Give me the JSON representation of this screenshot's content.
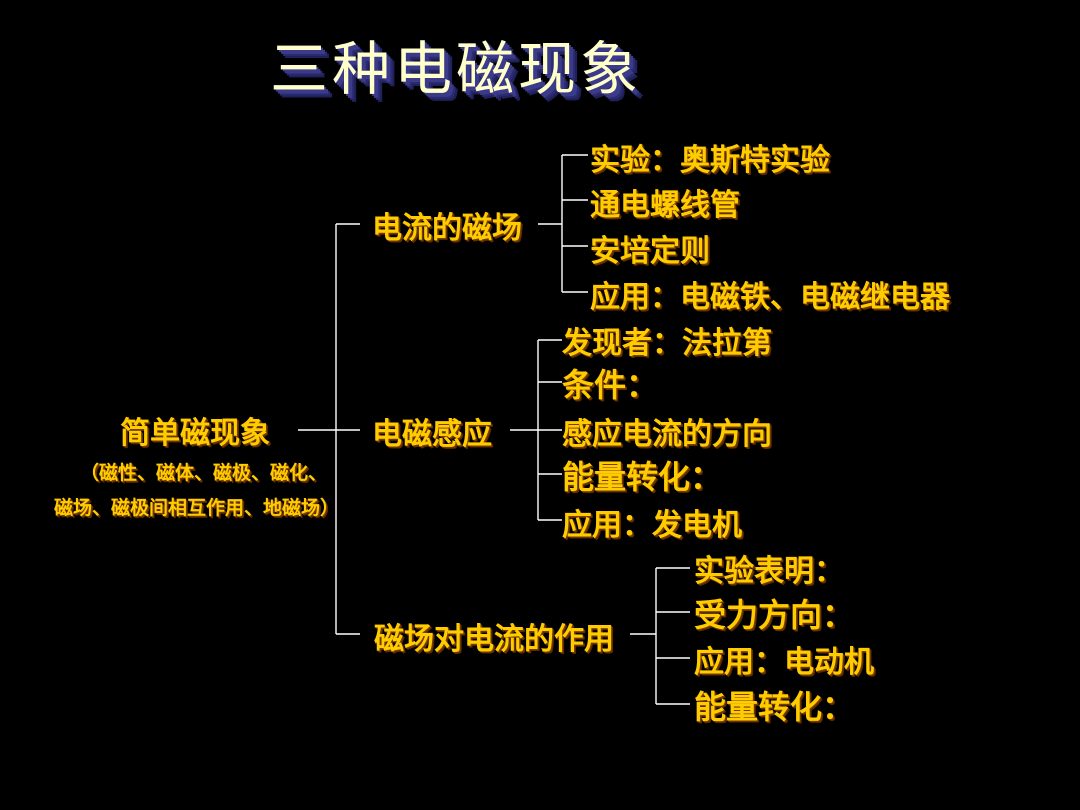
{
  "title": "三种电磁现象",
  "root": {
    "label": "简单磁现象",
    "note_line1": "（磁性、磁体、磁极、磁化、",
    "note_line2": "磁场、磁极间相互作用、地磁场）"
  },
  "branches": [
    {
      "label": "电流的磁场",
      "items": [
        "实验：奥斯特实验",
        "通电螺线管",
        "安培定则",
        "应用：电磁铁、电磁继电器"
      ]
    },
    {
      "label": "电磁感应",
      "items": [
        "发现者：法拉第",
        "条件：",
        "感应电流的方向",
        "能量转化：",
        "应用：发电机"
      ]
    },
    {
      "label": "磁场对电流的作用",
      "items": [
        "实验表明：",
        "受力方向：",
        "应用：电动机",
        "能量转化："
      ]
    }
  ]
}
